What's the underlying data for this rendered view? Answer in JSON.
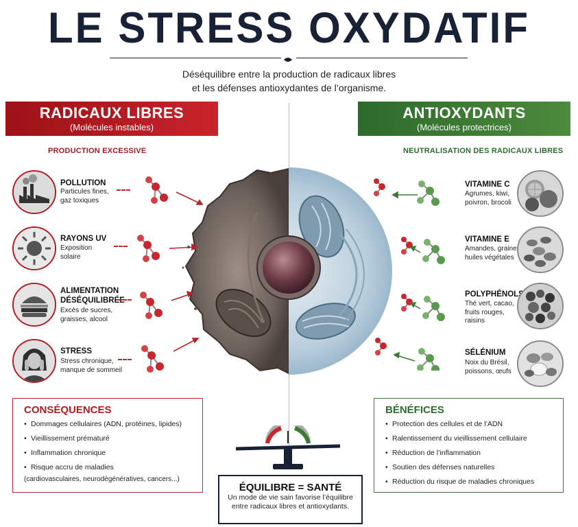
{
  "title": "LE STRESS OXYDATIF",
  "subtitle": [
    "Déséquilibre entre la production de radicaux libres",
    "et les défenses antioxydantes de l’organisme."
  ],
  "left": {
    "heading": "RADICAUX LIBRES",
    "subheading": "(Molécules instables)",
    "section": "PRODUCTION EXCESSIVE",
    "items": [
      {
        "title": "POLLUTION",
        "desc": [
          "Particules fines,",
          "gaz toxiques"
        ],
        "icon": "factory-icon"
      },
      {
        "title": "RAYONS UV",
        "desc": [
          "Exposition",
          "solaire"
        ],
        "icon": "sun-icon"
      },
      {
        "title": "ALIMENTATION DÉSÉQUILIBRÉE",
        "title_lines": [
          "ALIMENTATION",
          "DÉSÉQUILIBRÉE"
        ],
        "desc": [
          "Excès de sucres,",
          "graisses, alcool"
        ],
        "icon": "burger-icon"
      },
      {
        "title": "STRESS",
        "desc": [
          "Stress chronique,",
          "manque de sommeil"
        ],
        "icon": "stressed-person-icon"
      }
    ],
    "box": {
      "title": "CONSÉQUENCES",
      "items": [
        "Dommages cellulaires (ADN, protéines, lipides)",
        "Vieillissement prématuré",
        "Inflammation chronique",
        "Risque accru de maladies"
      ],
      "last_sub": "(cardiovasculaires, neurodégénératives, cancers...)"
    }
  },
  "right": {
    "heading": "ANTIOXYDANTS",
    "subheading": "(Molécules protectrices)",
    "section": "NEUTRALISATION DES RADICAUX LIBRES",
    "items": [
      {
        "title": "VITAMINE C",
        "desc": [
          "Agrumes, kiwi,",
          "poivron, brocoli"
        ],
        "icon": "citrus-icon"
      },
      {
        "title": "VITAMINE E",
        "desc": [
          "Amandes, graines,",
          "huiles végétales"
        ],
        "icon": "nuts-icon"
      },
      {
        "title": "POLYPHÉNOLS",
        "desc": [
          "Thé vert, cacao,",
          "fruits rouges,",
          "raisins"
        ],
        "icon": "berries-icon"
      },
      {
        "title": "SÉLÉNIUM",
        "desc": [
          "Noix du Brésil,",
          "poissons, œufs"
        ],
        "icon": "brazil-nut-icon"
      }
    ],
    "box": {
      "title": "BÉNÉFICES",
      "items": [
        "Protection des cellules et de l’ADN",
        "Ralentissement du vieillissement cellulaire",
        "Réduction de l’inflammation",
        "Soutien des défenses naturelles",
        "Réduction du risque de maladies chroniques"
      ]
    }
  },
  "balance": {
    "title": "ÉQUILIBRE = SANTÉ",
    "desc": [
      "Un mode de vie sain favorise l’équilibre",
      "entre radicaux libres et antioxydants."
    ]
  },
  "colors": {
    "red": "#c0262c",
    "green": "#3d7a35",
    "navy": "#182136"
  }
}
